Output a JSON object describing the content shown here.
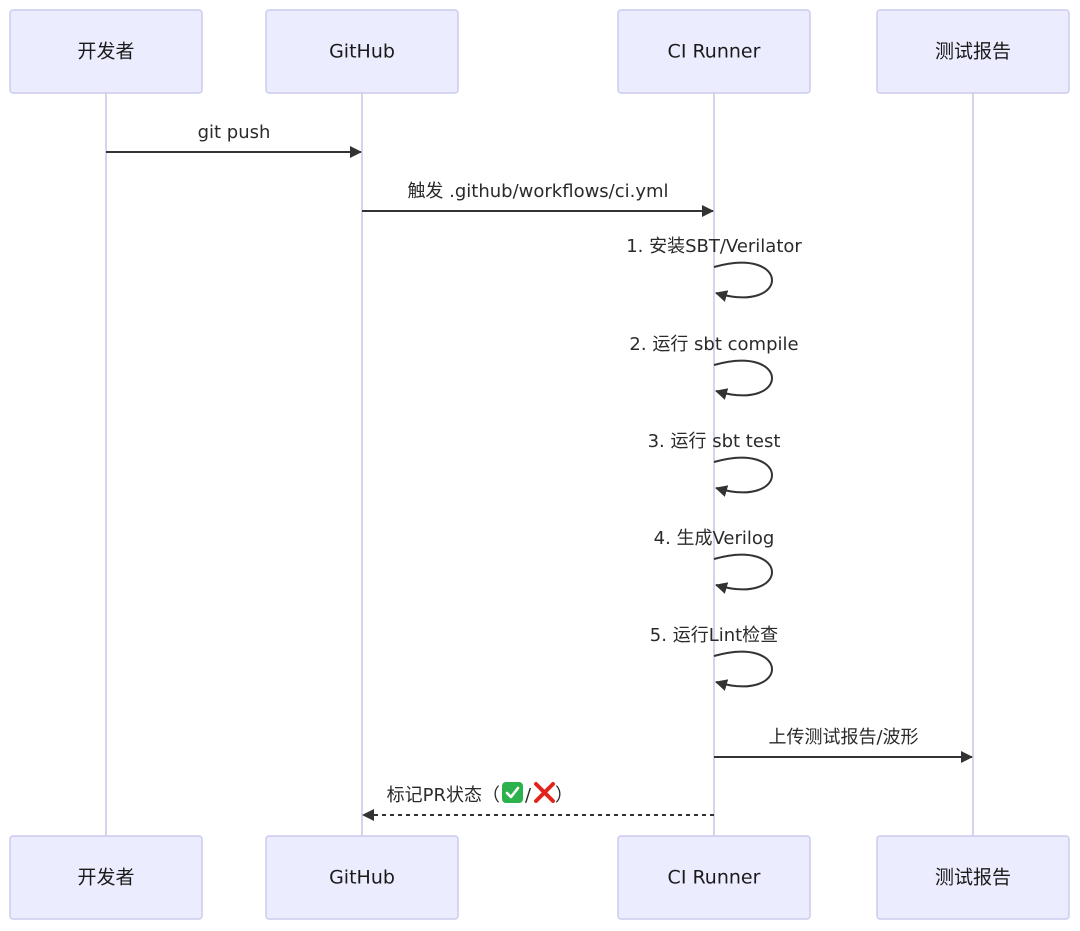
{
  "participants": [
    {
      "id": "dev",
      "label": "开发者"
    },
    {
      "id": "github",
      "label": "GitHub"
    },
    {
      "id": "runner",
      "label": "CI Runner"
    },
    {
      "id": "report",
      "label": "测试报告"
    }
  ],
  "messages": [
    {
      "from": "dev",
      "to": "github",
      "label": "git push",
      "style": "solid"
    },
    {
      "from": "github",
      "to": "runner",
      "label": "触发 .github/workflows/ci.yml",
      "style": "solid"
    },
    {
      "from": "runner",
      "to": "runner",
      "label": "1. 安装SBT/Verilator",
      "style": "solid"
    },
    {
      "from": "runner",
      "to": "runner",
      "label": "2. 运行 sbt compile",
      "style": "solid"
    },
    {
      "from": "runner",
      "to": "runner",
      "label": "3. 运行 sbt test",
      "style": "solid"
    },
    {
      "from": "runner",
      "to": "runner",
      "label": "4. 生成Verilog",
      "style": "solid"
    },
    {
      "from": "runner",
      "to": "runner",
      "label": "5. 运行Lint检查",
      "style": "solid"
    },
    {
      "from": "runner",
      "to": "report",
      "label": "上传测试报告/波形",
      "style": "solid"
    },
    {
      "from": "runner",
      "to": "github",
      "label": "标记PR状态（",
      "label_suffix": "）",
      "emoji": [
        "check-mark-button",
        "cross-mark"
      ],
      "style": "dashed"
    }
  ],
  "colors": {
    "actor_fill": "#ECECFF",
    "actor_stroke": "#CCCCEE",
    "lifeline": "#D4D4EC",
    "arrow": "#333333"
  }
}
